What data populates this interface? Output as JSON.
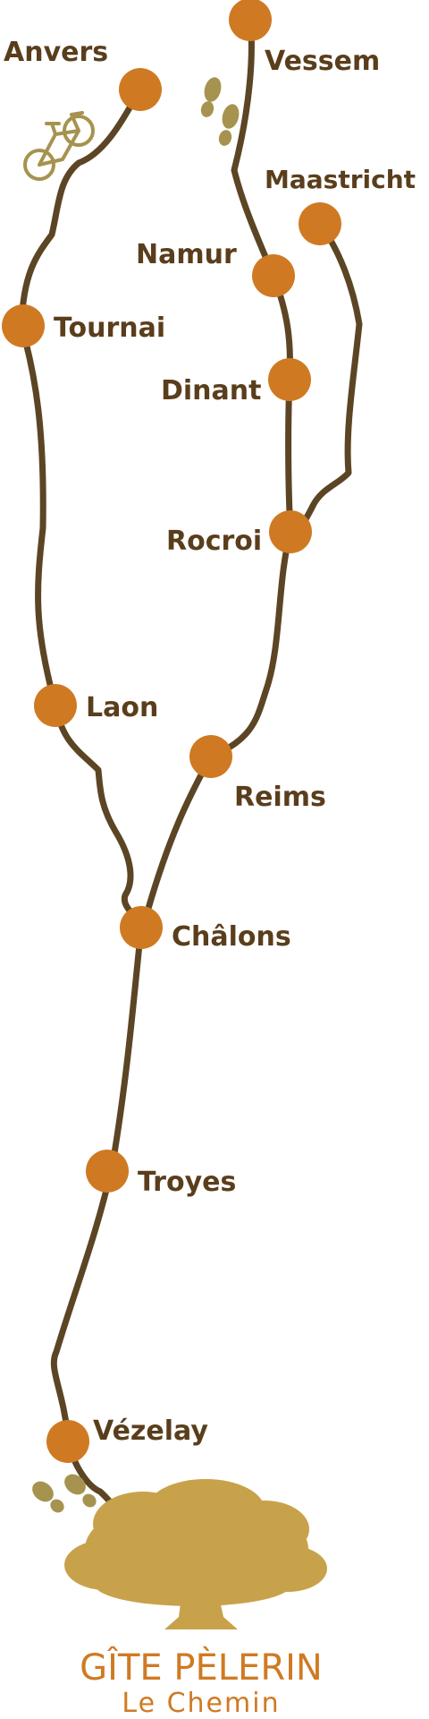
{
  "colors": {
    "route": "#5c4524",
    "marker": "#cf7a23",
    "label": "#5a3e1c",
    "icon": "#a6934f",
    "tree": "#c8a24a",
    "brand": "#cf7a23"
  },
  "cities": {
    "anvers": "Anvers",
    "vessem": "Vessem",
    "maastricht": "Maastricht",
    "namur": "Namur",
    "tournai": "Tournai",
    "dinant": "Dinant",
    "rocroi": "Rocroi",
    "laon": "Laon",
    "reims": "Reims",
    "chalons": "Châlons",
    "troyes": "Troyes",
    "vezelay": "Vézelay"
  },
  "icons": {
    "bicycle": "bicycle-icon",
    "footprints_top": "footprints-icon",
    "footprints_bottom": "footprints-icon",
    "tree": "tree-icon"
  },
  "brand": {
    "title": "GÎTE PÈLERIN",
    "subtitle": "Le Chemin"
  }
}
